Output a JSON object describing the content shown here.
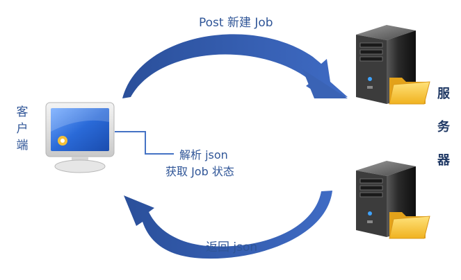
{
  "labels": {
    "post_new_job": "Post 新建 Job",
    "parse_json": "解析 json",
    "get_job_status": "获取 Job 状态",
    "return_json": "返回 json"
  },
  "client": {
    "chars": [
      "客",
      "户",
      "端"
    ]
  },
  "server": {
    "chars": [
      "服",
      "务",
      "器"
    ]
  },
  "colors": {
    "arrow": "#3a63b5",
    "arrow_dark": "#2a4f9a",
    "text": "#2f5597",
    "server_text": "#1f3864",
    "connector": "#4472c4"
  },
  "icons": {
    "client": "computer-monitor-icon",
    "server": "server-folder-icon"
  }
}
